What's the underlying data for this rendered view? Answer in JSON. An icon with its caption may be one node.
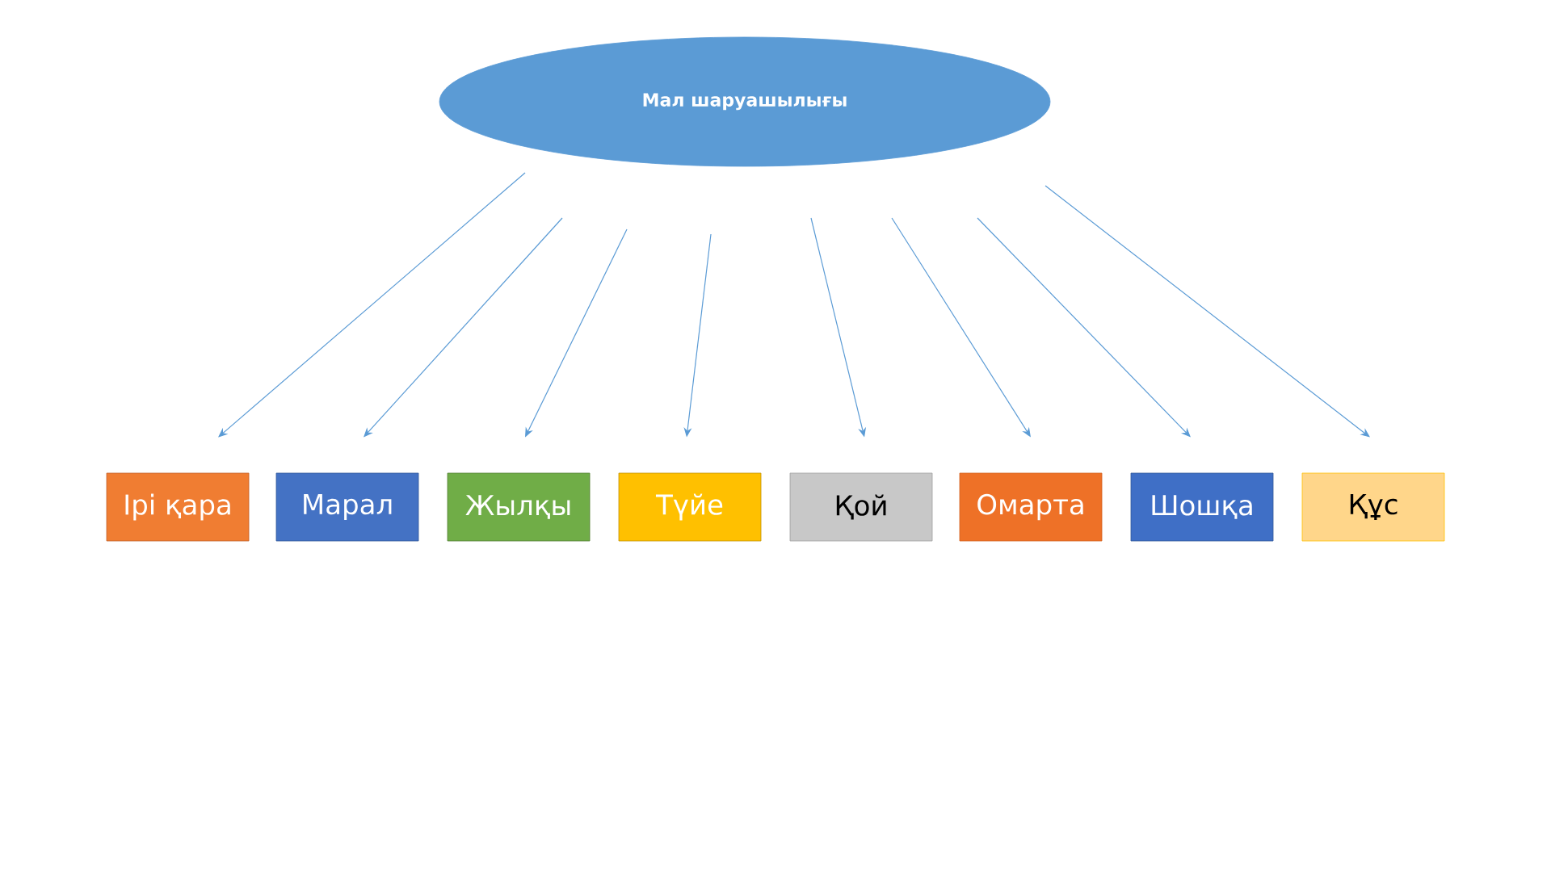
{
  "diagram": {
    "nodes": [
      {
        "text": [
          "Мал шаруашылығы"
        ]
      },
      {
        "text": [
          "Ірі қара"
        ]
      },
      {
        "text": [
          "Марал"
        ]
      },
      {
        "text": [
          "Жылқы"
        ]
      },
      {
        "text": [
          "Түйе"
        ]
      },
      {
        "text": [
          "Қой"
        ]
      },
      {
        "text": [
          "Омарта"
        ]
      },
      {
        "text": [
          "Шошқа"
        ]
      },
      {
        "text": [
          "Құс"
        ]
      }
    ],
    "edges": [
      {
        "from": 0,
        "to": 1,
        "arrow": "to"
      },
      {
        "from": 0,
        "to": 2,
        "arrow": "to"
      },
      {
        "from": 0,
        "to": 3,
        "arrow": "to"
      },
      {
        "from": 0,
        "to": 4,
        "arrow": "to"
      },
      {
        "from": 0,
        "to": 5,
        "arrow": "to"
      },
      {
        "from": 0,
        "to": 6,
        "arrow": "to"
      },
      {
        "from": 0,
        "to": 7,
        "arrow": "to"
      },
      {
        "from": 0,
        "to": 8,
        "arrow": "to"
      }
    ]
  }
}
